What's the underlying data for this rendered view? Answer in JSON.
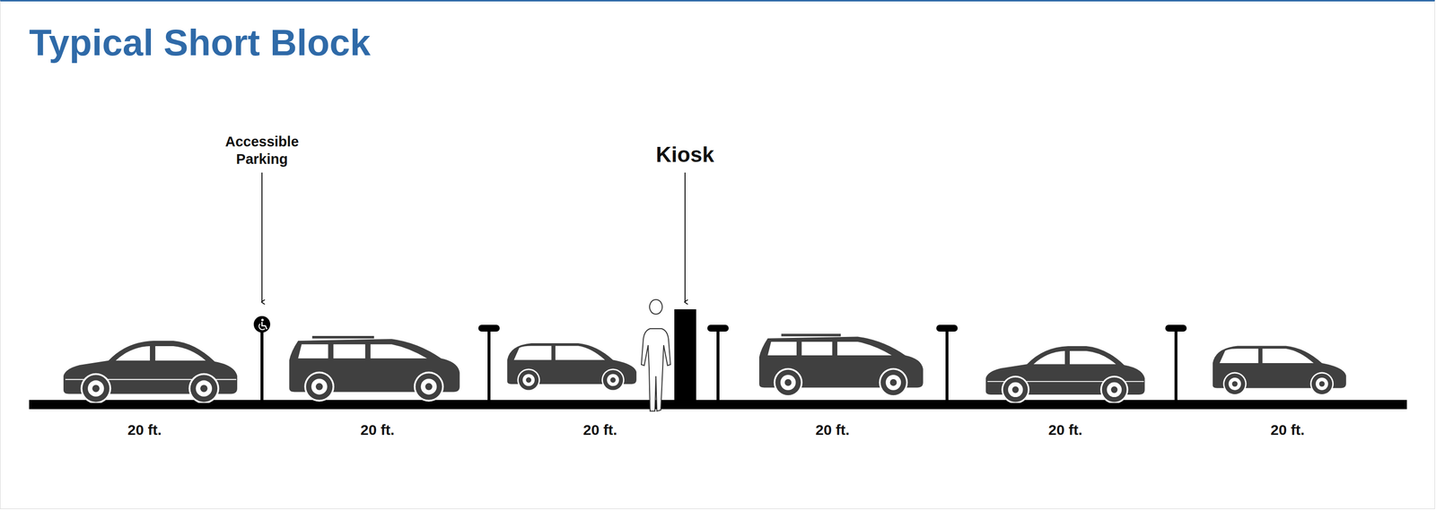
{
  "diagram": {
    "title": "Typical Short Block",
    "labels": [
      "Accessible Parking",
      "Kiosk",
      "20 ft.",
      "20 ft.",
      "20 ft.",
      "20 ft.",
      "20 ft.",
      "20 ft."
    ]
  }
}
